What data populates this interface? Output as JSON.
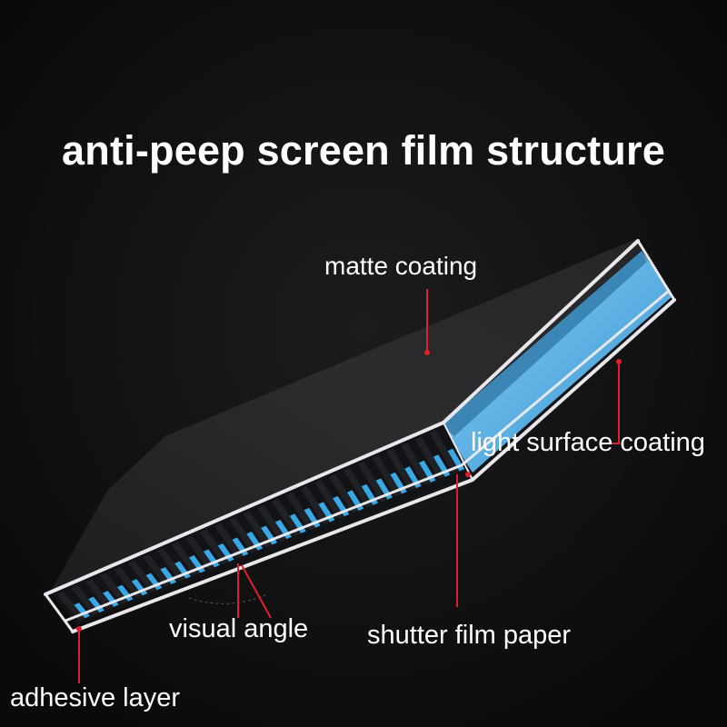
{
  "title": "anti-peep screen film structure",
  "labels": {
    "matte_coating": "matte coating",
    "light_surface_coating": "light surface coating",
    "visual_angle": "visual angle",
    "shutter_film_paper": "shutter film paper",
    "adhesive_layer": "adhesive layer"
  },
  "colors": {
    "background": "#111112",
    "film_top": "#2b2b2d",
    "frame": "#e8e8ec",
    "shutter_blue": "#39a8e6",
    "leader_line": "#e0202a"
  }
}
